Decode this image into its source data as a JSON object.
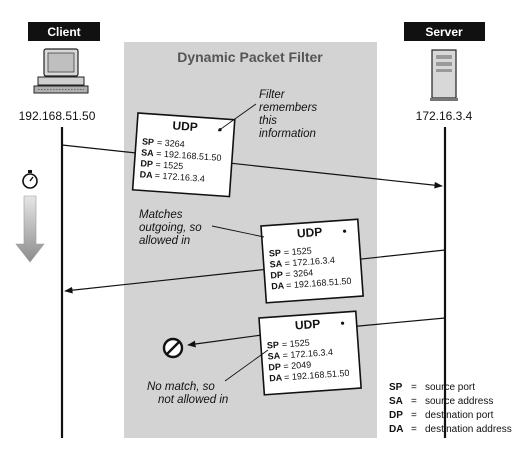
{
  "filter": {
    "title": "Dynamic Packet Filter"
  },
  "client": {
    "label": "Client",
    "ip": "192.168.51.50"
  },
  "server": {
    "label": "Server",
    "ip": "172.16.3.4"
  },
  "notes": {
    "remember": [
      "Filter",
      "remembers",
      "this",
      "information"
    ],
    "matches": [
      "Matches",
      "outgoing, so",
      "allowed in"
    ],
    "nomatch": [
      "No match, so",
      "not allowed in"
    ]
  },
  "packets": [
    {
      "title": "UDP",
      "fields": [
        {
          "key": "SP",
          "value": "3264"
        },
        {
          "key": "SA",
          "value": "192.168.51.50"
        },
        {
          "key": "DP",
          "value": "1525"
        },
        {
          "key": "DA",
          "value": "172.16.3.4"
        }
      ]
    },
    {
      "title": "UDP",
      "fields": [
        {
          "key": "SP",
          "value": "1525"
        },
        {
          "key": "SA",
          "value": "172.16.3.4"
        },
        {
          "key": "DP",
          "value": "3264"
        },
        {
          "key": "DA",
          "value": "192.168.51.50"
        }
      ]
    },
    {
      "title": "UDP",
      "fields": [
        {
          "key": "SP",
          "value": "1525"
        },
        {
          "key": "SA",
          "value": "172.16.3.4"
        },
        {
          "key": "DP",
          "value": "2049"
        },
        {
          "key": "DA",
          "value": "192.168.51.50"
        }
      ]
    }
  ],
  "legend": [
    {
      "key": "SP",
      "eq": "=",
      "value": "source port"
    },
    {
      "key": "SA",
      "eq": "=",
      "value": "source address"
    },
    {
      "key": "DP",
      "eq": "=",
      "value": "destination port"
    },
    {
      "key": "DA",
      "eq": "=",
      "value": "destination address"
    }
  ],
  "icons": {
    "client": "desktop-computer-icon",
    "server": "server-tower-icon",
    "timer": "stopwatch-icon",
    "time": "downward-arrow-icon",
    "blocked": "prohibited-icon"
  }
}
